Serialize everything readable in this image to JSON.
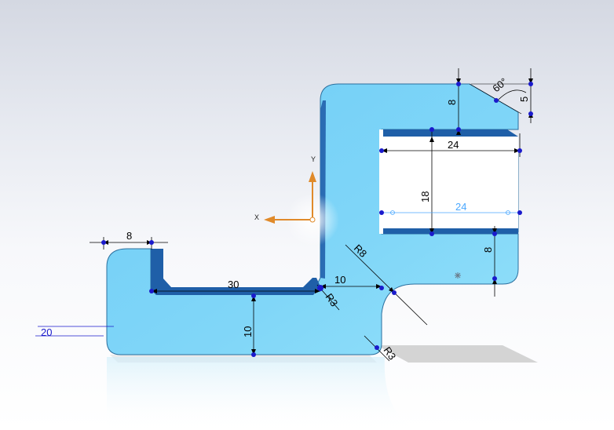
{
  "colors": {
    "part_face": "#7fd3f7",
    "part_edge": "#2b6f9e",
    "pocket_wall": "#1f5fa8",
    "sketch_point": "#1a1acc",
    "driven_dimension": "#4aa8ff",
    "triad_arrow": "#e08a2a",
    "background_top": "#d4d8e2"
  },
  "triad": {
    "x_label": "X",
    "y_label": "Y",
    "icon": "reference-triad-icon"
  },
  "dimensions": {
    "d_8_top_left": "8",
    "d_30": "30",
    "d_10_vertical": "10",
    "d_20": "20",
    "d_10_horizontal": "10",
    "d_r3_inner": "R3",
    "d_r3_outer": "R3",
    "d_r8": "R8",
    "d_8_slot_top": "8",
    "d_24_top": "24",
    "d_18": "18",
    "d_24_driven": "24",
    "d_8_right": "8",
    "d_60_angle": "60°",
    "d_5": "5"
  },
  "icons": {
    "origin": "origin-icon",
    "center_mark": "center-point-icon"
  }
}
